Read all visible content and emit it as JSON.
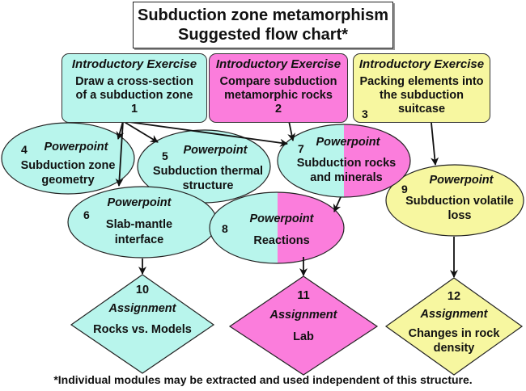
{
  "title": {
    "line1": "Subduction zone metamorphism",
    "line2": "Suggested flow chart*"
  },
  "colors": {
    "cyan": "#b8f5ec",
    "magenta": "#fb7ddc",
    "yellow": "#f7f7a0",
    "stroke": "#222222"
  },
  "nodes": [
    {
      "id": 1,
      "number": "1",
      "kind": "Introductory Exercise",
      "lines": [
        "Draw a cross-section",
        "of a subduction zone"
      ],
      "shape": "rounded-rect",
      "fill": "cyan"
    },
    {
      "id": 2,
      "number": "2",
      "kind": "Introductory Exercise",
      "lines": [
        "Compare subduction",
        "metamorphic rocks"
      ],
      "shape": "rounded-rect",
      "fill": "magenta"
    },
    {
      "id": 3,
      "number": "3",
      "kind": "Introductory Exercise",
      "lines": [
        "Packing elements into",
        "the subduction",
        "suitcase"
      ],
      "shape": "rounded-rect",
      "fill": "yellow"
    },
    {
      "id": 4,
      "number": "4",
      "kind": "Powerpoint",
      "lines": [
        "Subduction zone",
        "geometry"
      ],
      "shape": "ellipse",
      "fill": "cyan"
    },
    {
      "id": 5,
      "number": "5",
      "kind": "Powerpoint",
      "lines": [
        "Subduction thermal",
        "structure"
      ],
      "shape": "ellipse",
      "fill": "cyan"
    },
    {
      "id": 6,
      "number": "6",
      "kind": "Powerpoint",
      "lines": [
        "Slab-mantle",
        "interface"
      ],
      "shape": "ellipse",
      "fill": "cyan"
    },
    {
      "id": 7,
      "number": "7",
      "kind": "Powerpoint",
      "lines": [
        "Subduction rocks",
        "and minerals"
      ],
      "shape": "ellipse",
      "fill": "cyan+magenta"
    },
    {
      "id": 8,
      "number": "8",
      "kind": "Powerpoint",
      "lines": [
        "Reactions"
      ],
      "shape": "ellipse",
      "fill": "cyan+magenta"
    },
    {
      "id": 9,
      "number": "9",
      "kind": "Powerpoint",
      "lines": [
        "Subduction volatile",
        "loss"
      ],
      "shape": "ellipse",
      "fill": "yellow"
    },
    {
      "id": 10,
      "number": "10",
      "kind": "Assignment",
      "lines": [
        "Rocks vs. Models"
      ],
      "shape": "diamond",
      "fill": "cyan"
    },
    {
      "id": 11,
      "number": "11",
      "kind": "Assignment",
      "lines": [
        "Lab"
      ],
      "shape": "diamond",
      "fill": "magenta"
    },
    {
      "id": 12,
      "number": "12",
      "kind": "Assignment",
      "lines": [
        "Changes in rock",
        "density"
      ],
      "shape": "diamond",
      "fill": "yellow"
    }
  ],
  "edges": [
    {
      "from": 1,
      "to": 4
    },
    {
      "from": 1,
      "to": 6
    },
    {
      "from": 1,
      "to": 5
    },
    {
      "from": 1,
      "to": 7
    },
    {
      "from": 2,
      "to": 7
    },
    {
      "from": 3,
      "to": 9
    },
    {
      "from": 7,
      "to": 8
    },
    {
      "from": 6,
      "to": 10
    },
    {
      "from": 8,
      "to": 11
    },
    {
      "from": 9,
      "to": 12
    }
  ],
  "footnote": "*Individual modules may be extracted and used independent of this structure."
}
